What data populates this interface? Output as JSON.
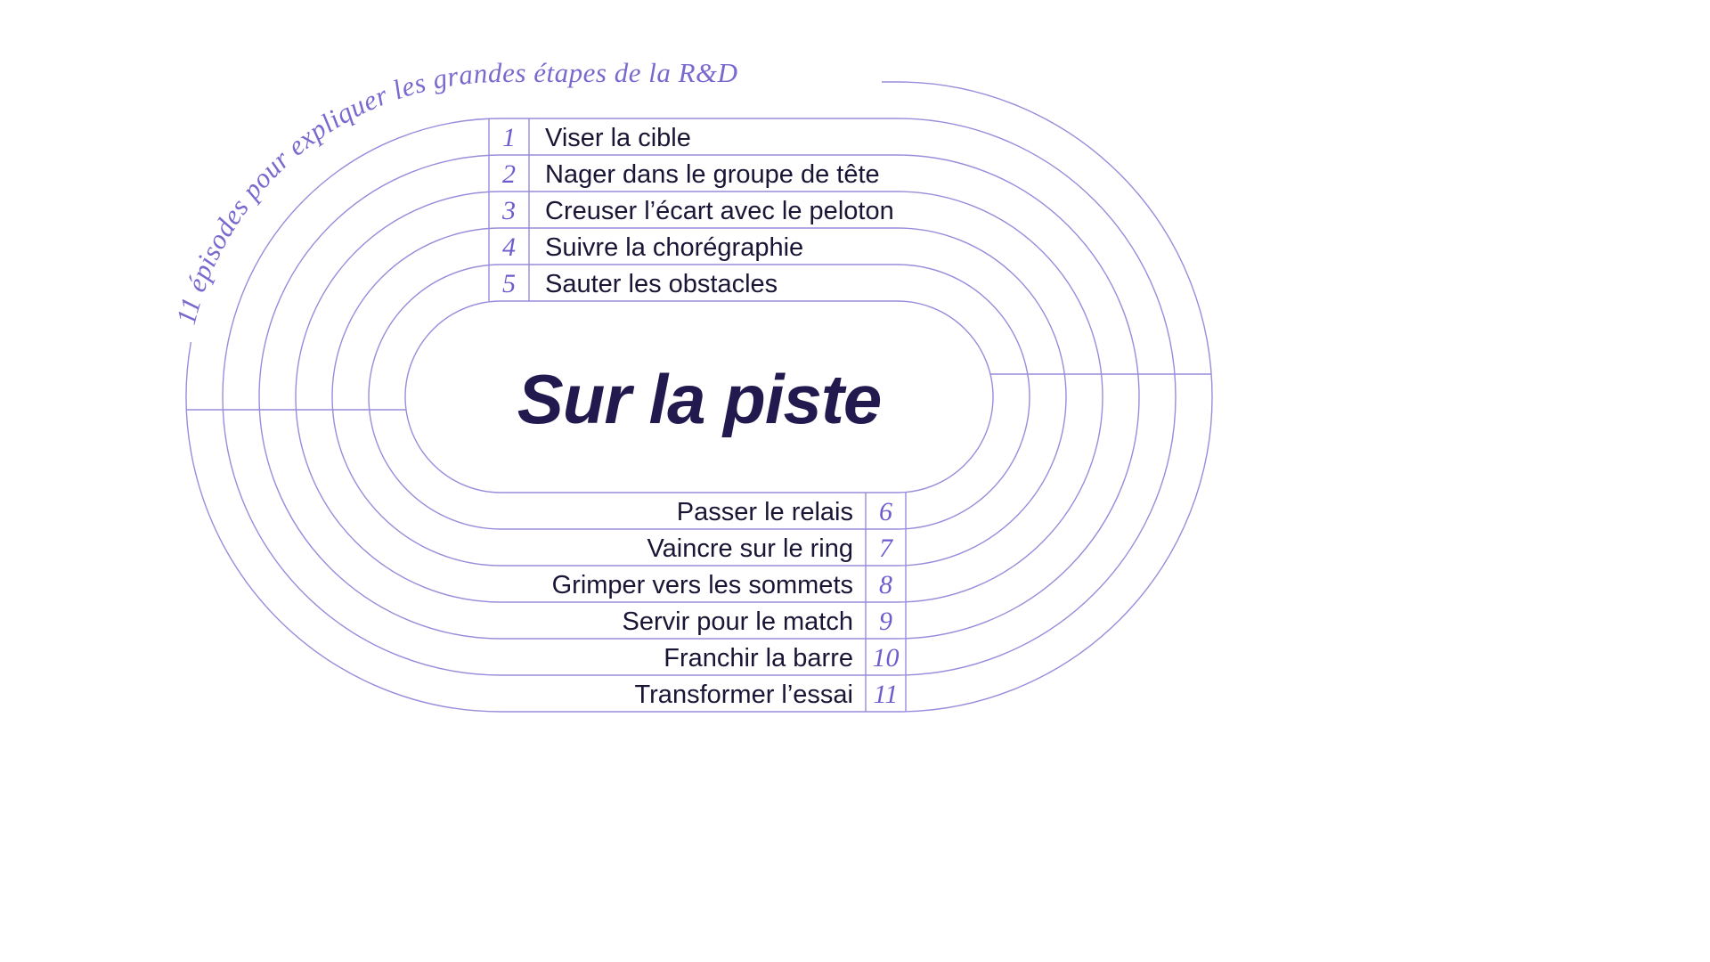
{
  "title": "Sur la piste",
  "tagline": "11 épisodes pour expliquer les grandes étapes de la R&D",
  "episodes": [
    {
      "num": "1",
      "label": "Viser la cible"
    },
    {
      "num": "2",
      "label": "Nager dans le groupe de tête"
    },
    {
      "num": "3",
      "label": "Creuser l’écart avec le peloton"
    },
    {
      "num": "4",
      "label": "Suivre la chorégraphie"
    },
    {
      "num": "5",
      "label": "Sauter les obstacles"
    },
    {
      "num": "6",
      "label": "Passer le relais"
    },
    {
      "num": "7",
      "label": "Vaincre sur le ring"
    },
    {
      "num": "8",
      "label": "Grimper vers les sommets"
    },
    {
      "num": "9",
      "label": "Servir pour le match"
    },
    {
      "num": "10",
      "label": "Franchir la barre"
    },
    {
      "num": "11",
      "label": "Transformer l’essai"
    }
  ],
  "colors": {
    "background": "#ffffff",
    "track_line": "#9a8cdb",
    "episode_number": "#6c5ccd",
    "episode_label": "#1b1535",
    "title_ink": "#221a4f",
    "tagline_ink": "#7b68cf"
  }
}
